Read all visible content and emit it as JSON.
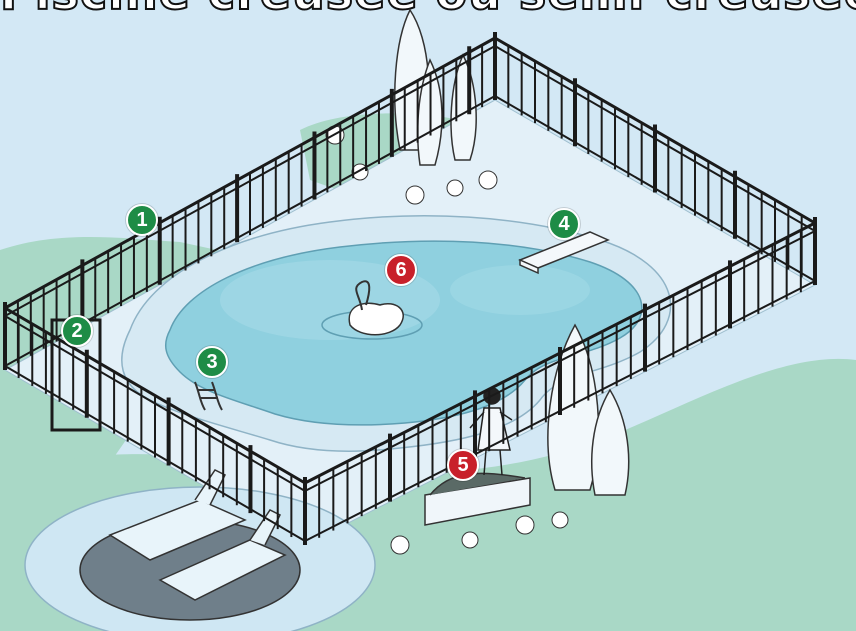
{
  "title_text": "Piscine creusée ou semi-creusée",
  "colors": {
    "background": "#d3e8f5",
    "lawn": "#a9d8c6",
    "deck": "#e3f0f8",
    "water": "#8fd0df",
    "fence": "#1a1a1a",
    "marker_green": "#1e8c46",
    "marker_red": "#c8202a"
  },
  "markers": [
    {
      "label": "1",
      "color": "green"
    },
    {
      "label": "2",
      "color": "green"
    },
    {
      "label": "3",
      "color": "green"
    },
    {
      "label": "4",
      "color": "green"
    },
    {
      "label": "5",
      "color": "red"
    },
    {
      "label": "6",
      "color": "red"
    }
  ],
  "icons": [
    "swan-float-icon",
    "diving-board-icon",
    "pool-ladder-icon",
    "child-figure-icon",
    "flower-planter-icon",
    "lounge-chair-icon",
    "cypress-tree-icon",
    "fence-gate-icon"
  ]
}
